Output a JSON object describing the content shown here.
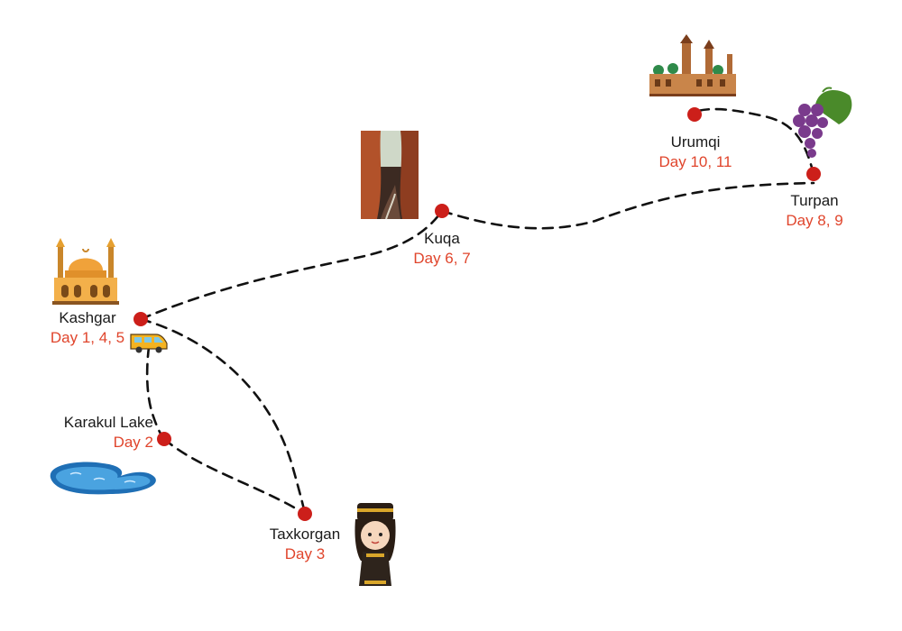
{
  "stops": [
    {
      "id": "kashgar",
      "name": "Kashgar",
      "days": "Day 1, 4, 5",
      "icon": "mosque-icon"
    },
    {
      "id": "karakul",
      "name": "Karakul Lake",
      "days": "Day 2",
      "icon": "lake-icon"
    },
    {
      "id": "taxkorgan",
      "name": "Taxkorgan",
      "days": "Day 3",
      "icon": "tajik-girl-icon"
    },
    {
      "id": "kuqa",
      "name": "Kuqa",
      "days": "Day 6, 7",
      "icon": "canyon-icon"
    },
    {
      "id": "turpan",
      "name": "Turpan",
      "days": "Day 8, 9",
      "icon": "grapes-icon"
    },
    {
      "id": "urumqi",
      "name": "Urumqi",
      "days": "Day 10, 11",
      "icon": "bazaar-icon"
    }
  ],
  "vehicle_icon": "van-icon",
  "colors": {
    "stop_marker": "#cc1f1a",
    "day_text": "#e0452c",
    "route_line": "#111111"
  }
}
